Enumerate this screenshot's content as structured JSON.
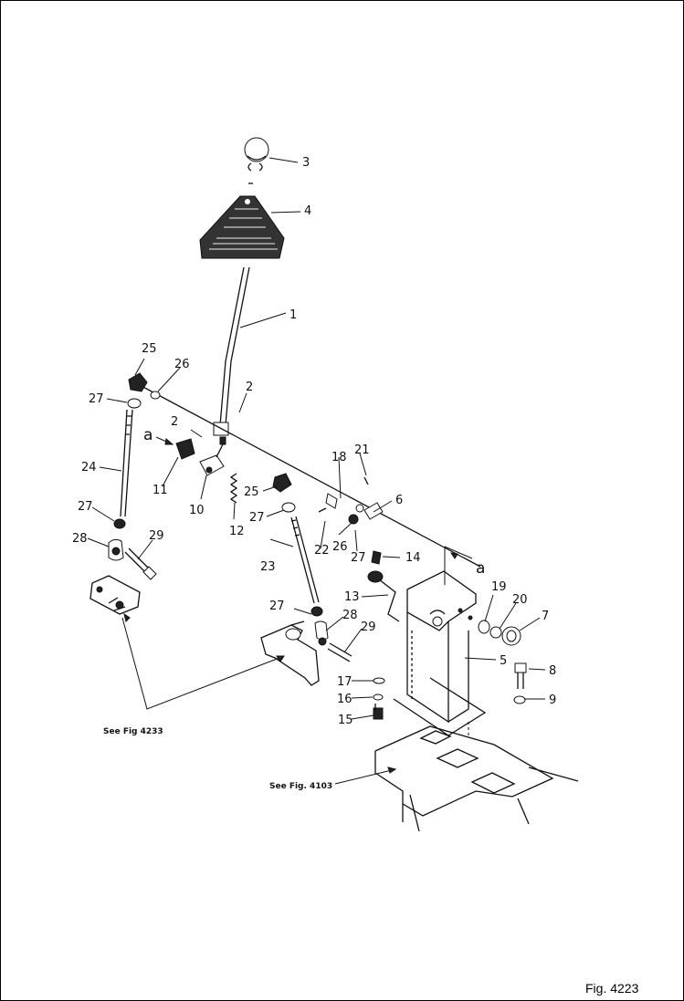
{
  "figure_label": "Fig. 4223",
  "references": {
    "left": "See Fig 4233",
    "bottom": "See Fig. 4103"
  },
  "view_markers": {
    "left": "a",
    "right": "a"
  },
  "callouts": [
    {
      "id": "c1",
      "text": "1"
    },
    {
      "id": "c2a",
      "text": "2"
    },
    {
      "id": "c2b",
      "text": "2"
    },
    {
      "id": "c3",
      "text": "3"
    },
    {
      "id": "c4",
      "text": "4"
    },
    {
      "id": "c5",
      "text": "5"
    },
    {
      "id": "c6",
      "text": "6"
    },
    {
      "id": "c7",
      "text": "7"
    },
    {
      "id": "c8",
      "text": "8"
    },
    {
      "id": "c9",
      "text": "9"
    },
    {
      "id": "c10",
      "text": "10"
    },
    {
      "id": "c11",
      "text": "11"
    },
    {
      "id": "c12",
      "text": "12"
    },
    {
      "id": "c13",
      "text": "13"
    },
    {
      "id": "c14",
      "text": "14"
    },
    {
      "id": "c15",
      "text": "15"
    },
    {
      "id": "c16",
      "text": "16"
    },
    {
      "id": "c17",
      "text": "17"
    },
    {
      "id": "c18",
      "text": "18"
    },
    {
      "id": "c19",
      "text": "19"
    },
    {
      "id": "c20",
      "text": "20"
    },
    {
      "id": "c21",
      "text": "21"
    },
    {
      "id": "c22",
      "text": "22"
    },
    {
      "id": "c23",
      "text": "23"
    },
    {
      "id": "c24",
      "text": "24"
    },
    {
      "id": "c25a",
      "text": "25"
    },
    {
      "id": "c25b",
      "text": "25"
    },
    {
      "id": "c26a",
      "text": "26"
    },
    {
      "id": "c26b",
      "text": "26"
    },
    {
      "id": "c27a",
      "text": "27"
    },
    {
      "id": "c27b",
      "text": "27"
    },
    {
      "id": "c27c",
      "text": "27"
    },
    {
      "id": "c27d",
      "text": "27"
    },
    {
      "id": "c27e",
      "text": "27"
    },
    {
      "id": "c28a",
      "text": "28"
    },
    {
      "id": "c28b",
      "text": "28"
    },
    {
      "id": "c29a",
      "text": "29"
    },
    {
      "id": "c29b",
      "text": "29"
    }
  ]
}
